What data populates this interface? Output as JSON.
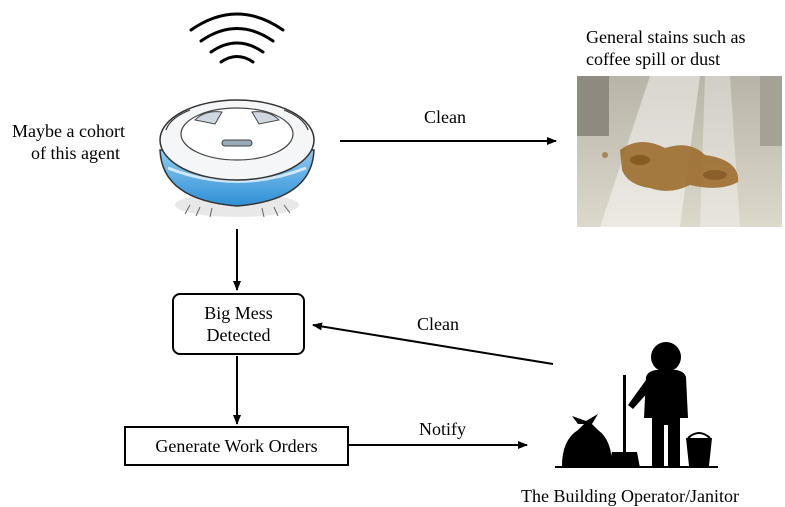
{
  "labels": {
    "agent": [
      "Maybe a cohort",
      "of this agent"
    ],
    "stains": [
      "General stains such as",
      "coffee spill or dust"
    ],
    "clean_top": "Clean",
    "clean_mid": "Clean",
    "notify": "Notify",
    "janitor": "The Building Operator/Janitor"
  },
  "boxes": {
    "mess": [
      "Big Mess",
      "Detected"
    ],
    "work_orders": "Generate Work Orders"
  },
  "icons": {
    "wifi": "wifi-signal-icon",
    "robot": "robot-vacuum-icon",
    "photo": "coffee-spill-photo",
    "janitor": "janitor-icon"
  }
}
